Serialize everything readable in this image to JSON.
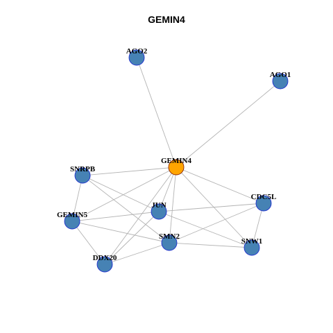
{
  "title": "GEMIN4",
  "colors": {
    "node_fill": "#4682b4",
    "node_stroke": "#1f2fcf",
    "center_fill": "#ffa500",
    "center_stroke": "#8b2500",
    "edge": "#b3b3b3"
  },
  "graph": {
    "center": "GEMIN4",
    "nodes": [
      "AGO2",
      "AGO1",
      "GEMIN4",
      "SNRPB",
      "JUN",
      "CDC5L",
      "GEMIN5",
      "SMN2",
      "SNW1",
      "DDX20"
    ],
    "edges": [
      [
        "GEMIN4",
        "AGO2"
      ],
      [
        "GEMIN4",
        "AGO1"
      ],
      [
        "GEMIN4",
        "SNRPB"
      ],
      [
        "GEMIN4",
        "JUN"
      ],
      [
        "GEMIN4",
        "CDC5L"
      ],
      [
        "GEMIN4",
        "GEMIN5"
      ],
      [
        "GEMIN4",
        "SMN2"
      ],
      [
        "GEMIN4",
        "SNW1"
      ],
      [
        "GEMIN4",
        "DDX20"
      ],
      [
        "SNRPB",
        "GEMIN5"
      ],
      [
        "SNRPB",
        "JUN"
      ],
      [
        "SNRPB",
        "SMN2"
      ],
      [
        "GEMIN5",
        "JUN"
      ],
      [
        "GEMIN5",
        "SMN2"
      ],
      [
        "GEMIN5",
        "DDX20"
      ],
      [
        "JUN",
        "CDC5L"
      ],
      [
        "JUN",
        "SNW1"
      ],
      [
        "JUN",
        "DDX20"
      ],
      [
        "CDC5L",
        "SMN2"
      ],
      [
        "CDC5L",
        "SNW1"
      ],
      [
        "SMN2",
        "SNW1"
      ],
      [
        "SMN2",
        "DDX20"
      ]
    ]
  }
}
